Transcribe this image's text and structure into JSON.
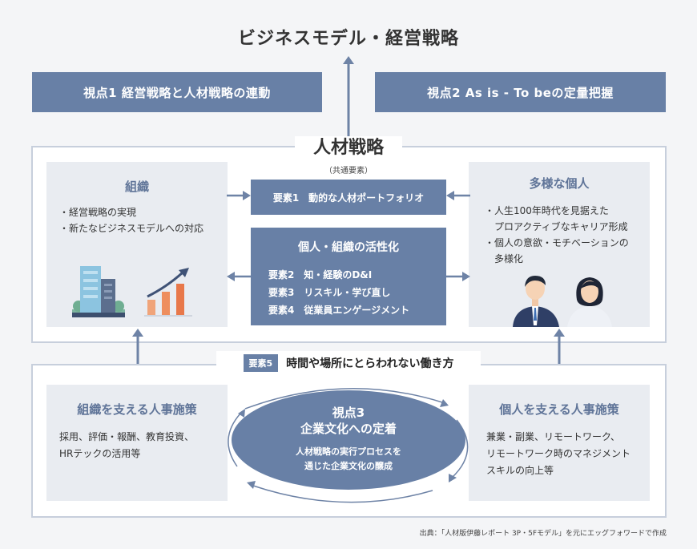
{
  "top_title": "ビジネスモデル・経営戦略",
  "view1": "視点1  経営戦略と人材戦略の連動",
  "view2": "視点2  As is - To beの定量把握",
  "hr_strategy": {
    "title": "人材戦略",
    "common_label": "（共通要素）",
    "org": {
      "title": "組織",
      "items": [
        "・経営戦略の実現",
        "・新たなビジネスモデルへの対応"
      ]
    },
    "individual": {
      "title": "多様な個人",
      "items": [
        "・人生100年時代を見据えた",
        "　プロアクティブなキャリア形成",
        "・個人の意欲・モチベーションの",
        "　多様化"
      ]
    },
    "element1": "要素1　動的な人材ポートフォリオ",
    "activation": {
      "title": "個人・組織の活性化",
      "items": [
        "要素2　知・経験のD&I",
        "要素3　リスキル・学び直し",
        "要素4　従業員エンゲージメント"
      ]
    }
  },
  "element5": {
    "tag": "要素5",
    "text": "時間や場所にとらわれない働き方"
  },
  "org_support": {
    "title": "組織を支える人事施策",
    "lines": [
      "採用、評価・報酬、教育投資、",
      "HRテックの活用等"
    ]
  },
  "individual_support": {
    "title": "個人を支える人事施策",
    "lines": [
      "兼業・副業、リモートワーク、",
      "リモートワーク時のマネジメント",
      "スキルの向上等"
    ]
  },
  "view3": {
    "title1": "視点3",
    "title2": "企業文化への定着",
    "lines": [
      "人材戦略の実行プロセスを",
      "通じた企業文化の醸成"
    ]
  },
  "source": "出典：「人材版伊藤レポート 3P・5Fモデル」を元にエッグフォワードで作成",
  "colors": {
    "accent": "#6880a6",
    "panel": "#e9ecf1",
    "frame": "#c7cfdc"
  }
}
